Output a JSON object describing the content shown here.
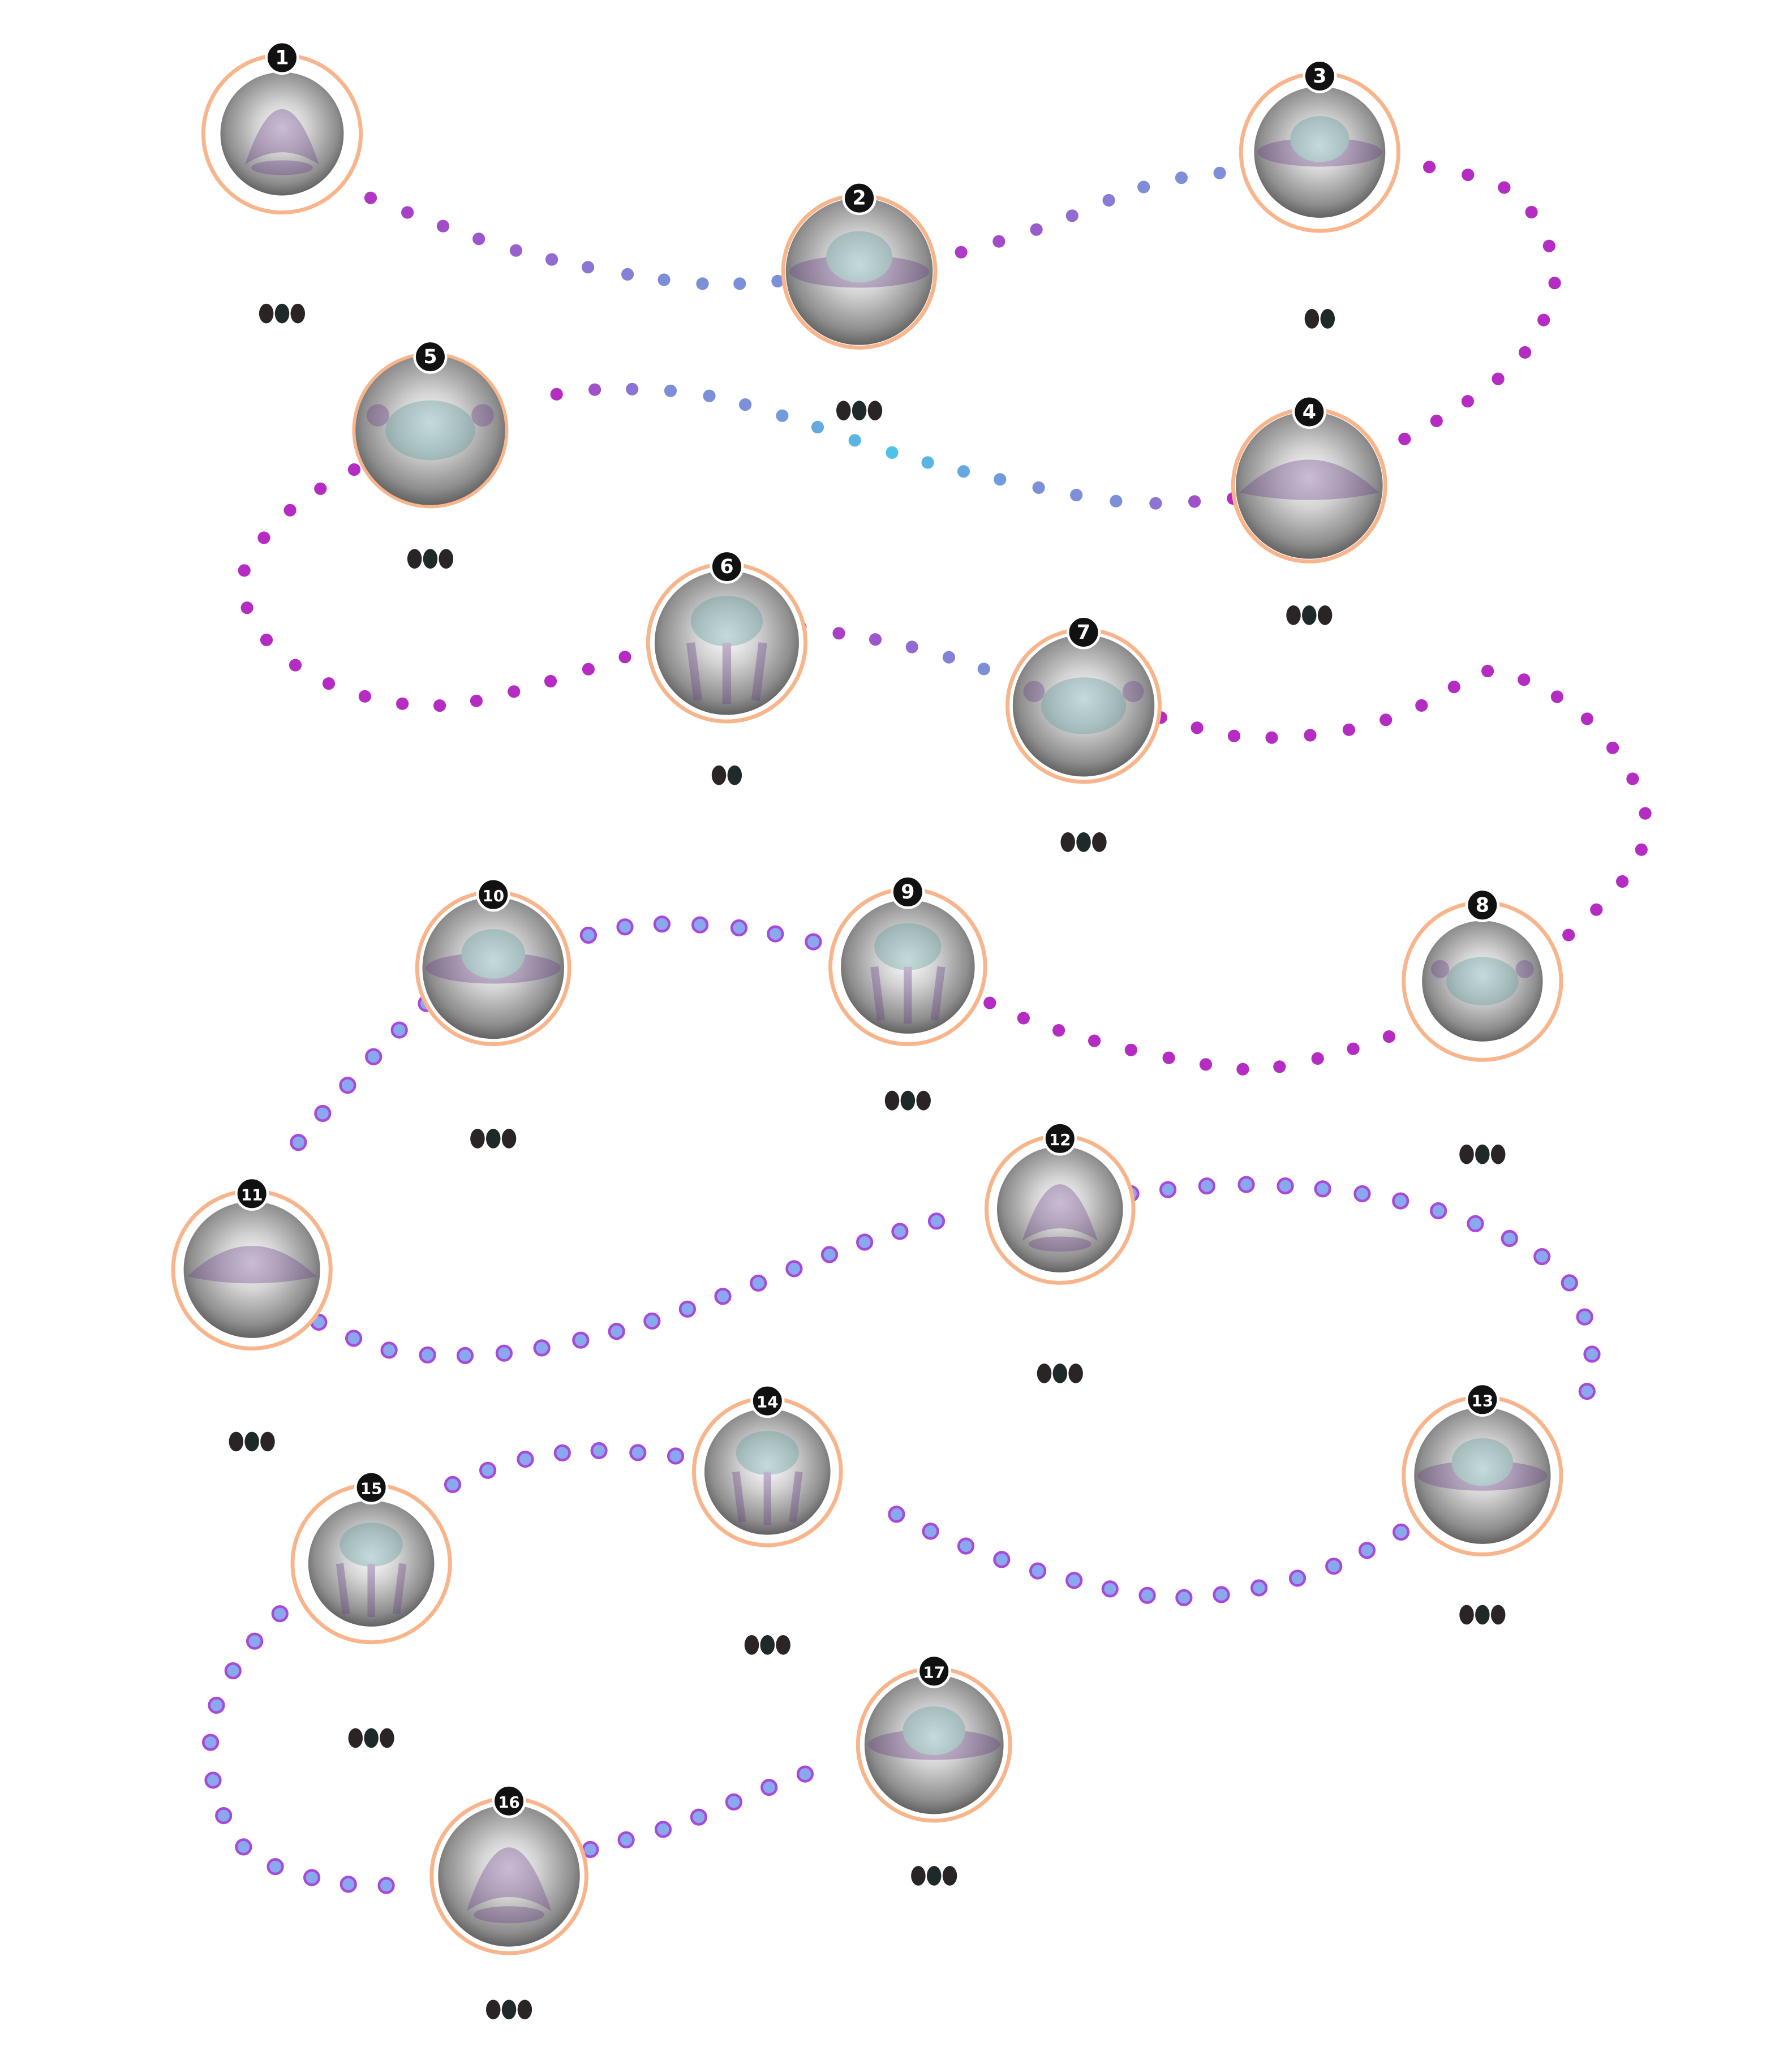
{
  "level_map": {
    "path_colors": {
      "primary": "#b52cc2",
      "secondary": "#7d8fd8",
      "highlight": "#4fc2e8",
      "ring_purple": "#a84ad8",
      "ring_blue": "#8aa8ee"
    },
    "orb_colors": {
      "outer_ring": "#f8b48a",
      "sphere_light": "#ffffff",
      "sphere_mid": "#a9a9a9",
      "sphere_dark": "#555555",
      "badge": "#111111"
    },
    "nodes": [
      {
        "number": "1",
        "pips": 3,
        "icon": "bell-creature-icon"
      },
      {
        "number": "2",
        "pips": 3,
        "icon": "saucer-creature-icon"
      },
      {
        "number": "3",
        "pips": 2,
        "icon": "ringed-creature-icon"
      },
      {
        "number": "4",
        "pips": 3,
        "icon": "winged-creature-icon"
      },
      {
        "number": "5",
        "pips": 3,
        "icon": "crab-creature-icon"
      },
      {
        "number": "6",
        "pips": 2,
        "icon": "jelly-creature-icon"
      },
      {
        "number": "7",
        "pips": 3,
        "icon": "crab-creature-icon"
      },
      {
        "number": "8",
        "pips": 3,
        "icon": "shell-creature-icon"
      },
      {
        "number": "9",
        "pips": 3,
        "icon": "tentacle-creature-icon"
      },
      {
        "number": "10",
        "pips": 3,
        "icon": "saucer-creature-icon"
      },
      {
        "number": "11",
        "pips": 3,
        "icon": "whale-creature-icon"
      },
      {
        "number": "12",
        "pips": 3,
        "icon": "squid-creature-icon"
      },
      {
        "number": "13",
        "pips": 3,
        "icon": "ringed-creature-icon"
      },
      {
        "number": "14",
        "pips": 3,
        "icon": "jelly-creature-icon"
      },
      {
        "number": "15",
        "pips": 3,
        "icon": "tentacle-creature-icon"
      },
      {
        "number": "16",
        "pips": 3,
        "icon": "squid-creature-icon"
      },
      {
        "number": "17",
        "pips": 3,
        "icon": "ringed-creature-icon"
      }
    ]
  }
}
